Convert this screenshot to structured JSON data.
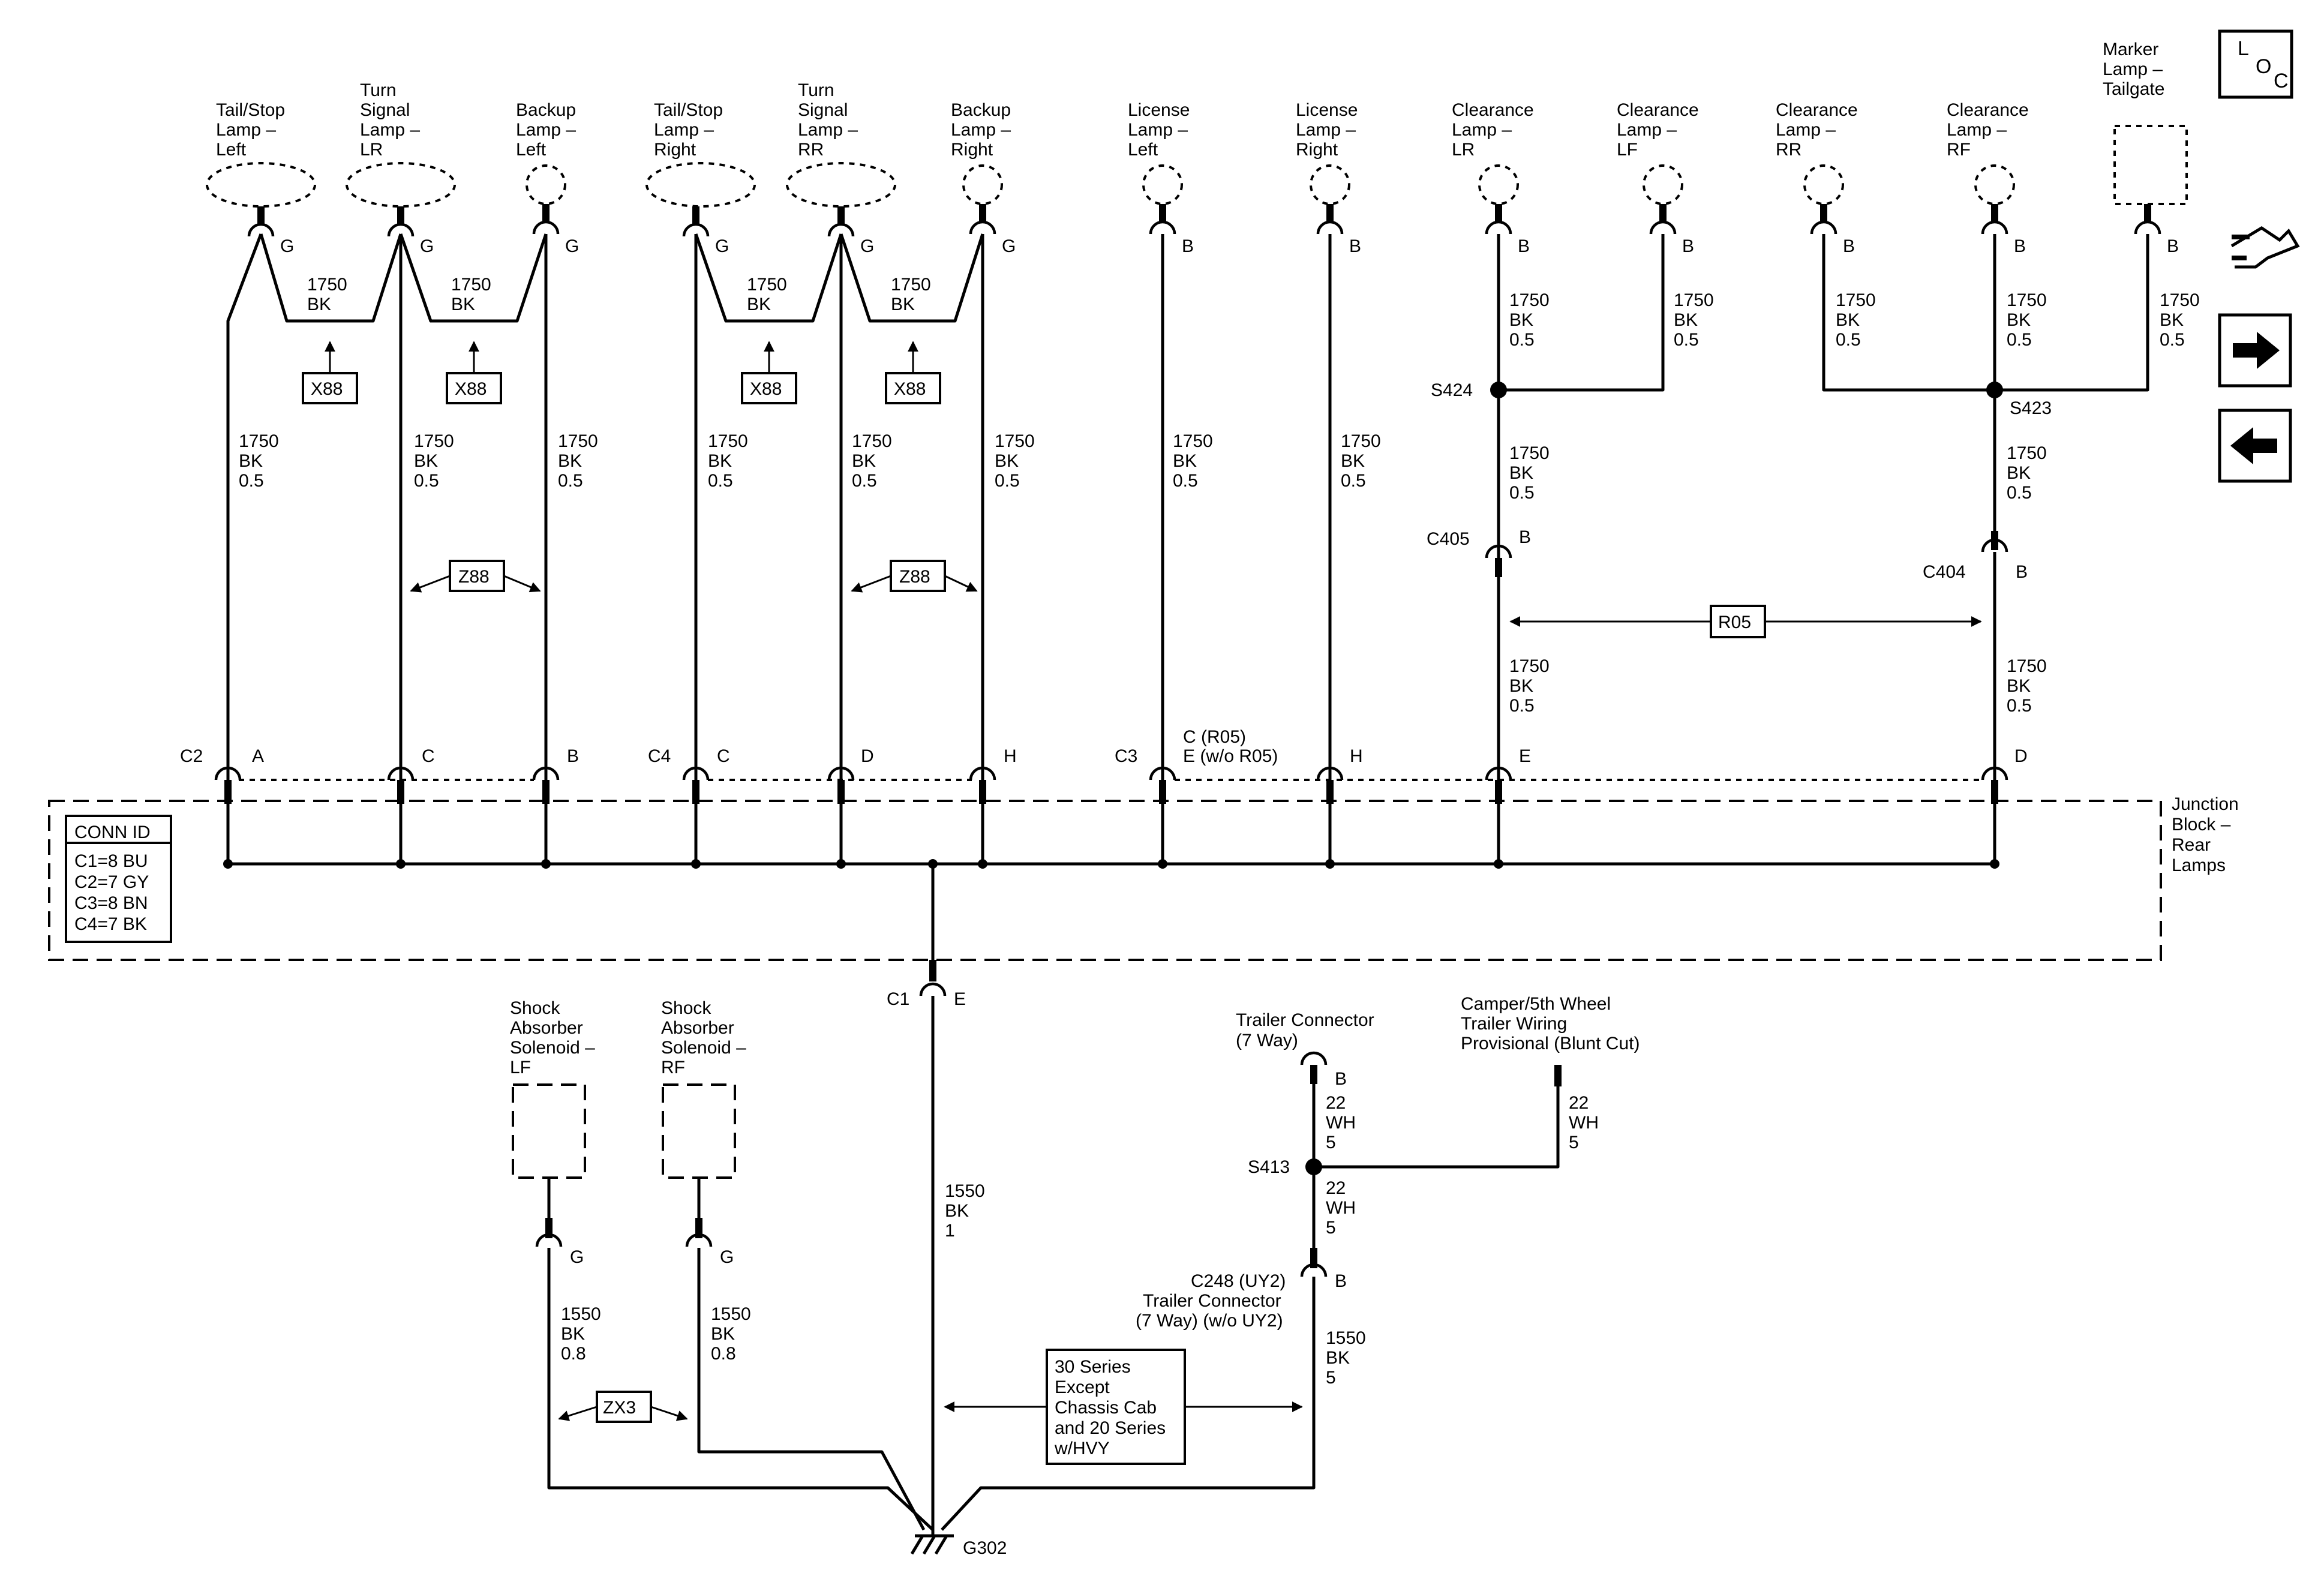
{
  "loc_icon": {
    "letters": [
      "L",
      "O",
      "C"
    ]
  },
  "nav_icons": [
    "wiring-harness-icon",
    "arrow-right-icon",
    "arrow-left-icon"
  ],
  "lamps": [
    {
      "id": "tail-stop-left",
      "lines": [
        "Tail/Stop",
        "Lamp –",
        "Left"
      ],
      "pin": "G"
    },
    {
      "id": "turn-lr",
      "lines": [
        "Turn",
        "Signal",
        "Lamp –",
        "LR"
      ],
      "pin": "G"
    },
    {
      "id": "backup-left",
      "lines": [
        "Backup",
        "Lamp –",
        "Left"
      ],
      "pin": "G"
    },
    {
      "id": "tail-stop-right",
      "lines": [
        "Tail/Stop",
        "Lamp –",
        "Right"
      ],
      "pin": "G"
    },
    {
      "id": "turn-rr",
      "lines": [
        "Turn",
        "Signal",
        "Lamp –",
        "RR"
      ],
      "pin": "G"
    },
    {
      "id": "backup-right",
      "lines": [
        "Backup",
        "Lamp –",
        "Right"
      ],
      "pin": "G"
    },
    {
      "id": "license-left",
      "lines": [
        "License",
        "Lamp –",
        "Left"
      ],
      "pin": "B"
    },
    {
      "id": "license-right",
      "lines": [
        "License",
        "Lamp –",
        "Right"
      ],
      "pin": "B"
    },
    {
      "id": "clearance-lr",
      "lines": [
        "Clearance",
        "Lamp –",
        "LR"
      ],
      "pin": "B"
    },
    {
      "id": "clearance-lf",
      "lines": [
        "Clearance",
        "Lamp –",
        "LF"
      ],
      "pin": "B"
    },
    {
      "id": "clearance-rr",
      "lines": [
        "Clearance",
        "Lamp –",
        "RR"
      ],
      "pin": "B"
    },
    {
      "id": "clearance-rf",
      "lines": [
        "Clearance",
        "Lamp –",
        "RF"
      ],
      "pin": "B"
    },
    {
      "id": "marker-tailgate",
      "lines": [
        "Marker",
        "Lamp –",
        "Tailgate"
      ],
      "pin": "B"
    }
  ],
  "wires": {
    "w_1750_bk": [
      "1750",
      "BK"
    ],
    "w_1750_bk_05": [
      "1750",
      "BK",
      "0.5"
    ],
    "w_1550_bk_1": [
      "1550",
      "BK",
      "1"
    ],
    "w_1550_bk_08": [
      "1550",
      "BK",
      "0.8"
    ],
    "w_1550_bk_5": [
      "1550",
      "BK",
      "5"
    ],
    "w_22_wh_5": [
      "22",
      "WH",
      "5"
    ]
  },
  "options": {
    "x88": "X88",
    "z88": "Z88",
    "r05": "R05",
    "zx3": "ZX3"
  },
  "splices": {
    "s424": "S424",
    "s423": "S423",
    "s413": "S413"
  },
  "connectors": {
    "c405": "C405",
    "c404": "C404",
    "c2": "C2",
    "c4": "C4",
    "c3": "C3",
    "c1": "C1",
    "c248": [
      "C248 (UY2)",
      "Trailer Connector",
      "(7 Way) (w/o UY2)"
    ]
  },
  "pins": {
    "A": "A",
    "B": "B",
    "C": "C",
    "D": "D",
    "E": "E",
    "G": "G",
    "H": "H",
    "c3_pin": [
      "C (R05)",
      "E (w/o R05)"
    ]
  },
  "junction_block": {
    "lines": [
      "Junction",
      "Block –",
      "Rear",
      "Lamps"
    ]
  },
  "conn_id": {
    "title": "CONN ID",
    "rows": [
      "C1=8 BU",
      "C2=7 GY",
      "C3=8 BN",
      "C4=7 BK"
    ]
  },
  "lower": {
    "shock_lf": [
      "Shock",
      "Absorber",
      "Solenoid –",
      "LF"
    ],
    "shock_rf": [
      "Shock",
      "Absorber",
      "Solenoid –",
      "RF"
    ],
    "trailer_connector": [
      "Trailer Connector",
      "(7 Way)"
    ],
    "camper": [
      "Camper/5th Wheel",
      "Trailer Wiring",
      "Provisional (Blunt Cut)"
    ],
    "series_note": [
      "30 Series",
      "Except",
      "Chassis Cab",
      "and 20 Series",
      "w/HVY"
    ],
    "ground": "G302"
  }
}
